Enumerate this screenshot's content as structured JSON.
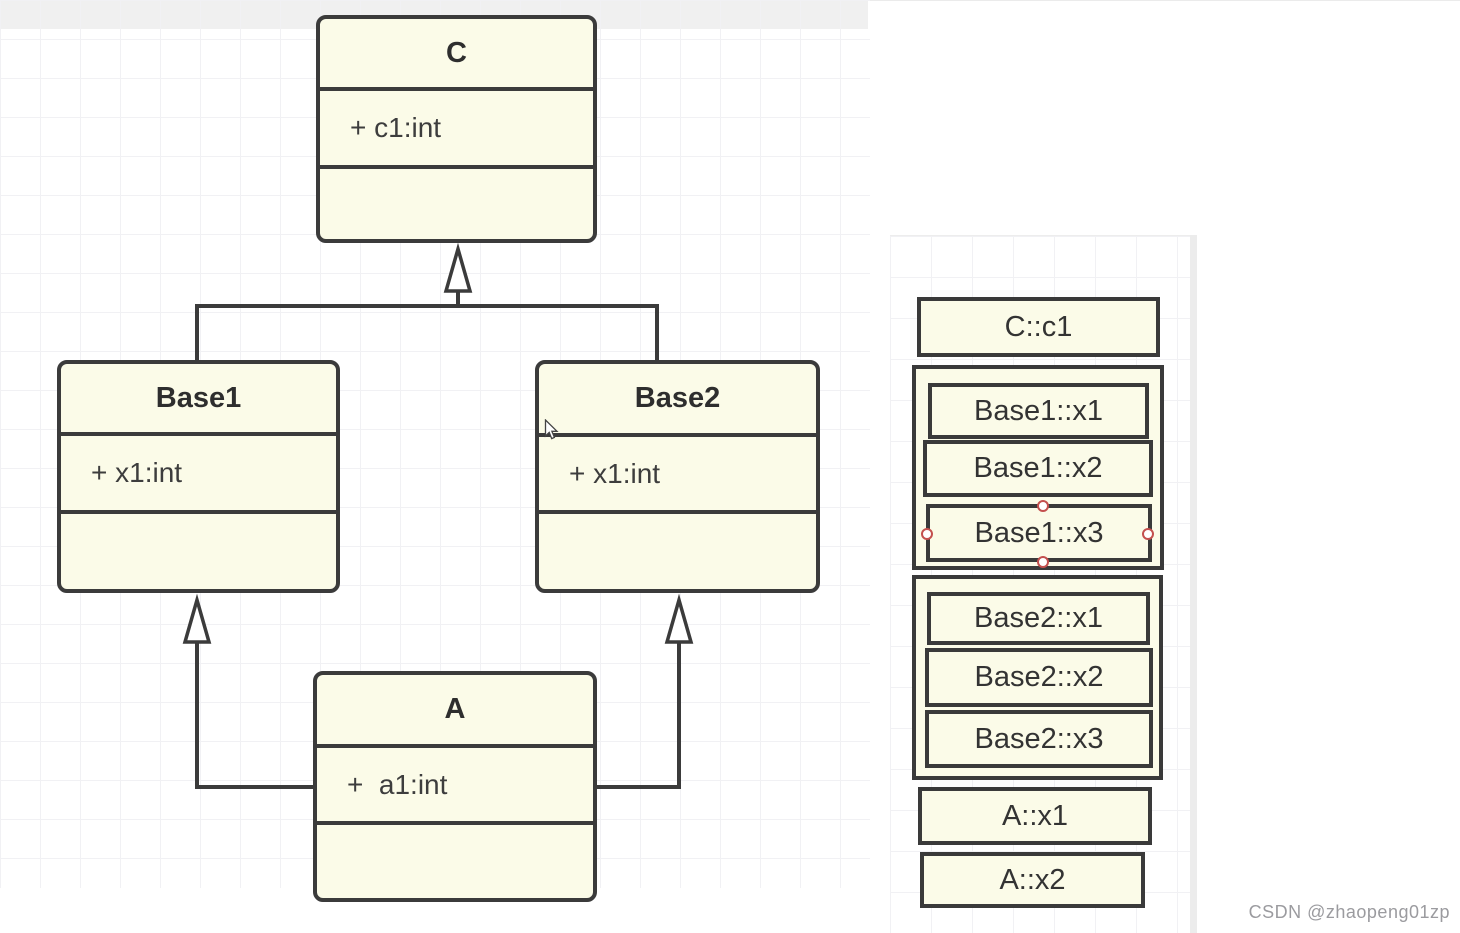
{
  "watermark": "CSDN @zhaopeng01zp",
  "uml": {
    "classes": [
      {
        "name": "C",
        "attribute": "+ c1:int"
      },
      {
        "name": "Base1",
        "attribute": "+ x1:int"
      },
      {
        "name": "Base2",
        "attribute": "+ x1:int"
      },
      {
        "name": "A",
        "attribute": "+  a1:int"
      }
    ],
    "relations": [
      {
        "type": "generalization",
        "from": "Base1",
        "to": "C"
      },
      {
        "type": "generalization",
        "from": "Base2",
        "to": "C"
      },
      {
        "type": "generalization",
        "from": "A",
        "to": "Base1"
      },
      {
        "type": "generalization",
        "from": "A",
        "to": "Base2"
      }
    ]
  },
  "memory_layout": {
    "cells": [
      "C::c1",
      "Base1::x1",
      "Base1::x2",
      "Base1::x3",
      "Base2::x1",
      "Base2::x2",
      "Base2::x3",
      "A::x1",
      "A::x2"
    ],
    "selected_cell": "Base1::x3"
  },
  "colors": {
    "box_fill": "#fbfbe8",
    "line": "#3b3b3b",
    "selection_handle": "#c4504e",
    "watermark_text": "#9b9b9f"
  }
}
